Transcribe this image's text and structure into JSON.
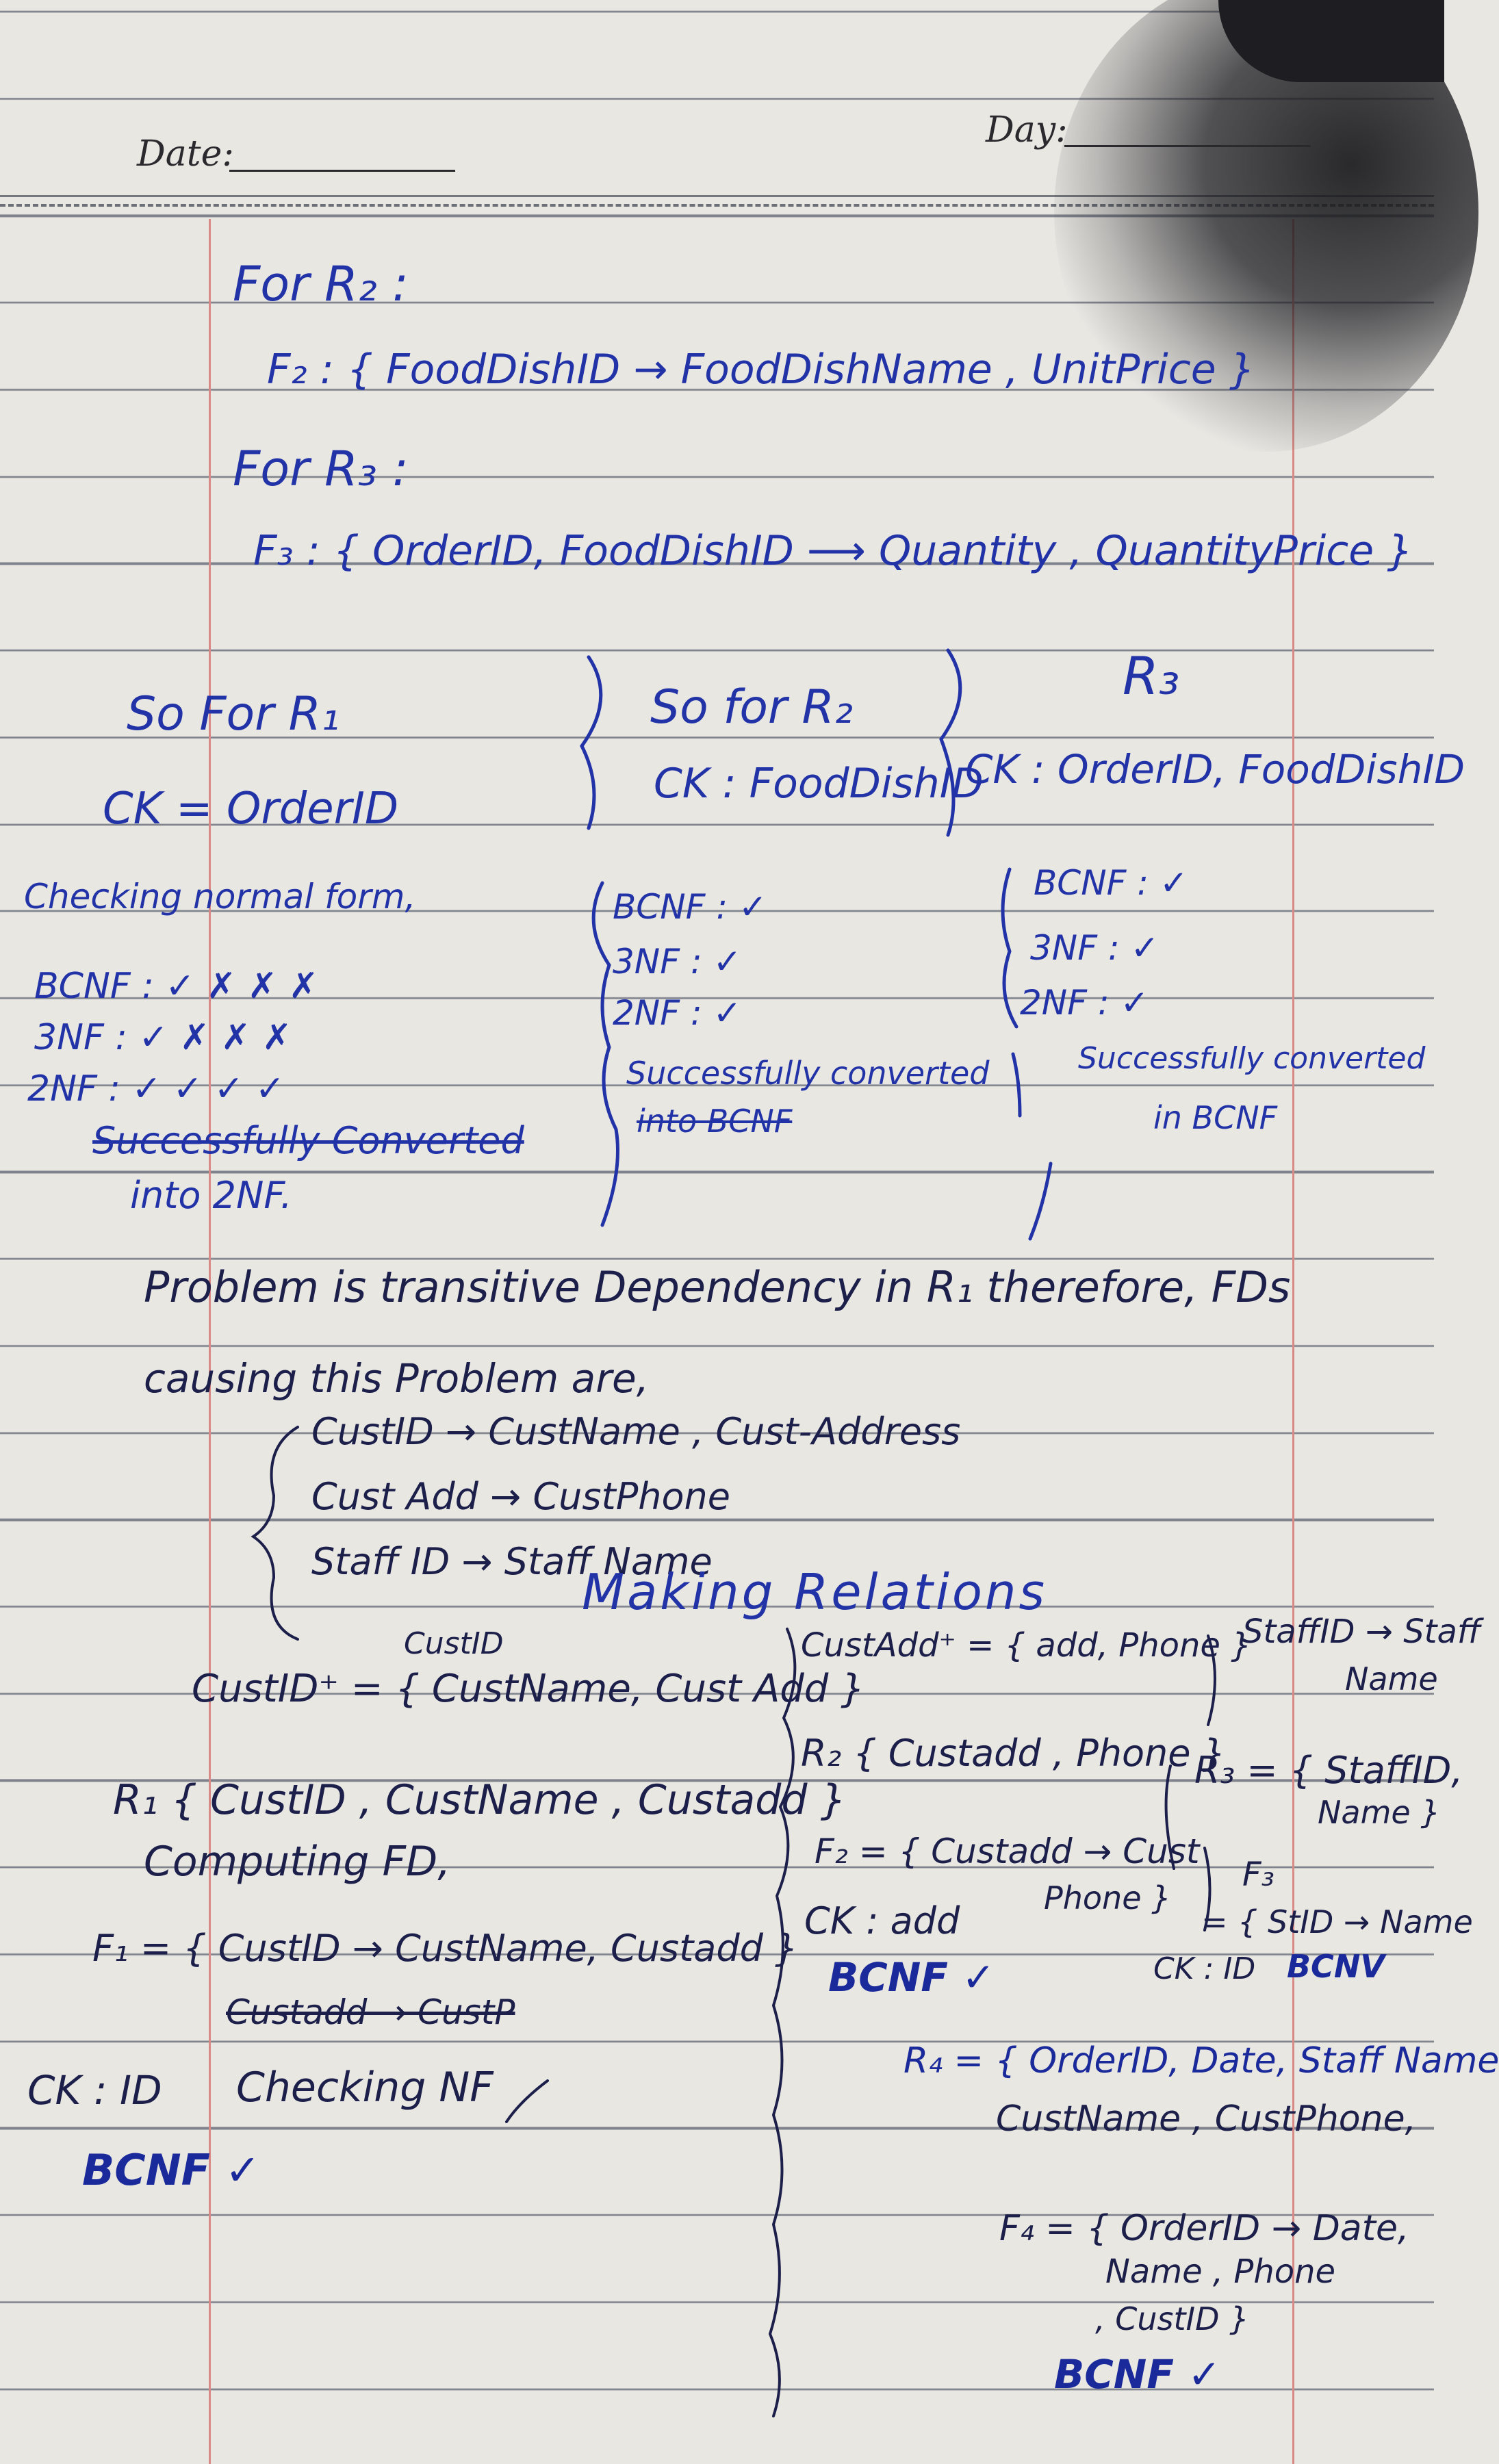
{
  "header": {
    "date_label": "Date:",
    "day_label": "Day:"
  },
  "fd_definitions": {
    "r2_heading": "For R₂ :",
    "f2": "F₂ : { FoodDishID → FoodDishName , UnitPrice }",
    "r3_heading": "For R₃ :",
    "f3": "F₃ : { OrderID, FoodDishID ⟶ Quantity , QuantityPrice }"
  },
  "col_r1": {
    "title": "So For R₁",
    "ck": "CK = OrderID",
    "checking": "Checking normal form,",
    "bcnf": "BCNF : ✓   ✗   ✗   ✗",
    "nf3": "3NF : ✓   ✗   ✗   ✗",
    "nf2": "2NF : ✓   ✓   ✓   ✓",
    "converted_line1": "Successfully Converted",
    "converted_line2": "into 2NF."
  },
  "col_r2": {
    "title": "So for R₂",
    "ck": "CK : FoodDishID",
    "bcnf": "BCNF : ✓",
    "nf3": "3NF : ✓",
    "nf2": "2NF : ✓",
    "converted_line1": "Successfully converted",
    "converted_line2": "into BCNF"
  },
  "col_r3": {
    "title": "R₃",
    "ck": "CK : OrderID, FoodDishID",
    "bcnf": "BCNF : ✓",
    "nf3": "3NF : ✓",
    "nf2": "2NF : ✓",
    "converted_line1": "Successfully converted",
    "converted_line2": "in BCNF"
  },
  "problem": {
    "line1": "Problem is transitive Dependency in R₁ therefore, FDs",
    "line2": "causing this Problem are,",
    "fd1": "CustID → CustName , Cust-Address",
    "fd2": "Cust Add → CustPhone",
    "fd3": "Staff ID → Staff Name"
  },
  "making_relations": {
    "heading": "Making Relations",
    "custid_above": "CustID",
    "closure": "CustID⁺ = { CustName, Cust Add }",
    "r1": "R₁ { CustID , CustName , Custadd }",
    "computing": "Computing FD,",
    "f1": "F₁ = { CustID → CustName, Custadd }",
    "f1_struck": "Custadd → CustP",
    "ck": "CK : ID",
    "checking": "Checking NF",
    "bcnf": "BCNF ✓",
    "mid_closure": "CustAdd⁺ = { add, Phone }",
    "r2": "R₂ { Custadd , Phone }",
    "f2_line1": "F₂ = { Custadd → Cust",
    "f2_line2": "Phone }",
    "ck2": "CK : add",
    "bcnf2": "BCNF ✓",
    "staff_closure": "StaffID → Staff",
    "staff_name": "Name",
    "r3_line1": "R₃ = { StaffID,",
    "r3_line2": "Name }",
    "f3_label": "F₃",
    "f3_line": "= { StID → Name",
    "ck3": "CK : ID",
    "bcnf3": "BCNV",
    "r4_line1": "R₄ = { OrderID, Date, Staff Name",
    "r4_line2": "CustName , CustPhone,",
    "f4_line1": "F₄ = { OrderID → Date,",
    "f4_line2": "Name , Phone",
    "f4_line3": ", CustID }",
    "bcnf4": "BCNF ✓"
  }
}
